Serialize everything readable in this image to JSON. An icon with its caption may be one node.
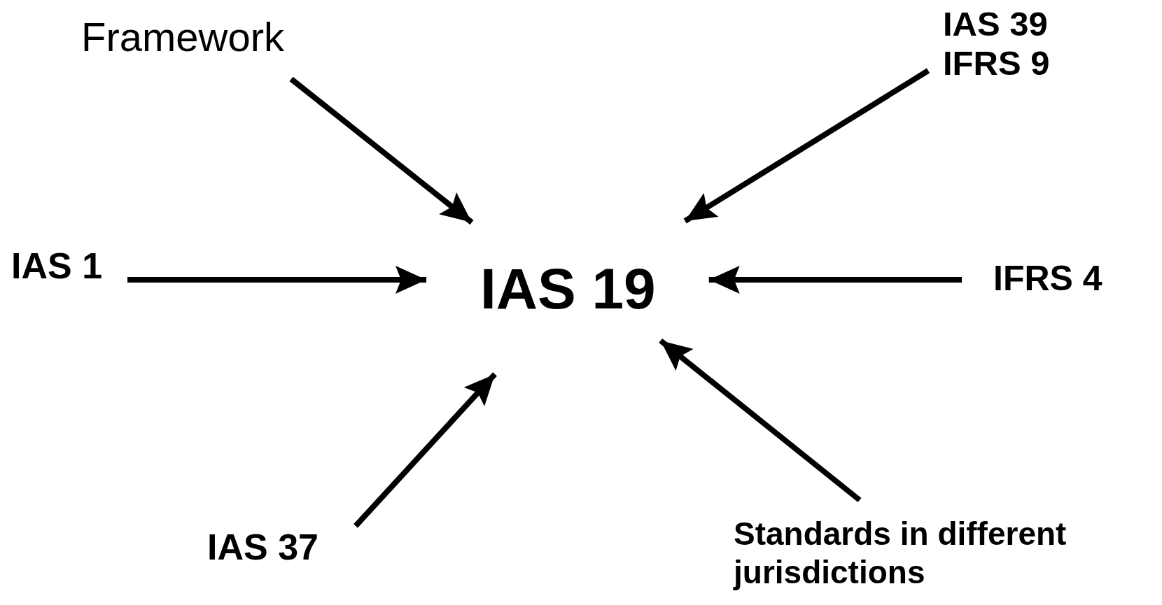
{
  "diagram": {
    "nodes": [
      {
        "text": [
          "IAS 19"
        ]
      },
      {
        "text": [
          "Framework"
        ]
      },
      {
        "text": [
          "IAS 39",
          "IFRS 9"
        ]
      },
      {
        "text": [
          "IAS 1"
        ]
      },
      {
        "text": [
          "IFRS 4"
        ]
      },
      {
        "text": [
          "IAS 37"
        ]
      },
      {
        "text": [
          "Standards in different jurisdictions"
        ]
      }
    ],
    "edges": [
      {
        "from": 1,
        "to": 0,
        "arrow": "to"
      },
      {
        "from": 2,
        "to": 0,
        "arrow": "to"
      },
      {
        "from": 3,
        "to": 0,
        "arrow": "to"
      },
      {
        "from": 4,
        "to": 0,
        "arrow": "to"
      },
      {
        "from": 5,
        "to": 0,
        "arrow": "to"
      },
      {
        "from": 6,
        "to": 0,
        "arrow": "to"
      }
    ]
  }
}
